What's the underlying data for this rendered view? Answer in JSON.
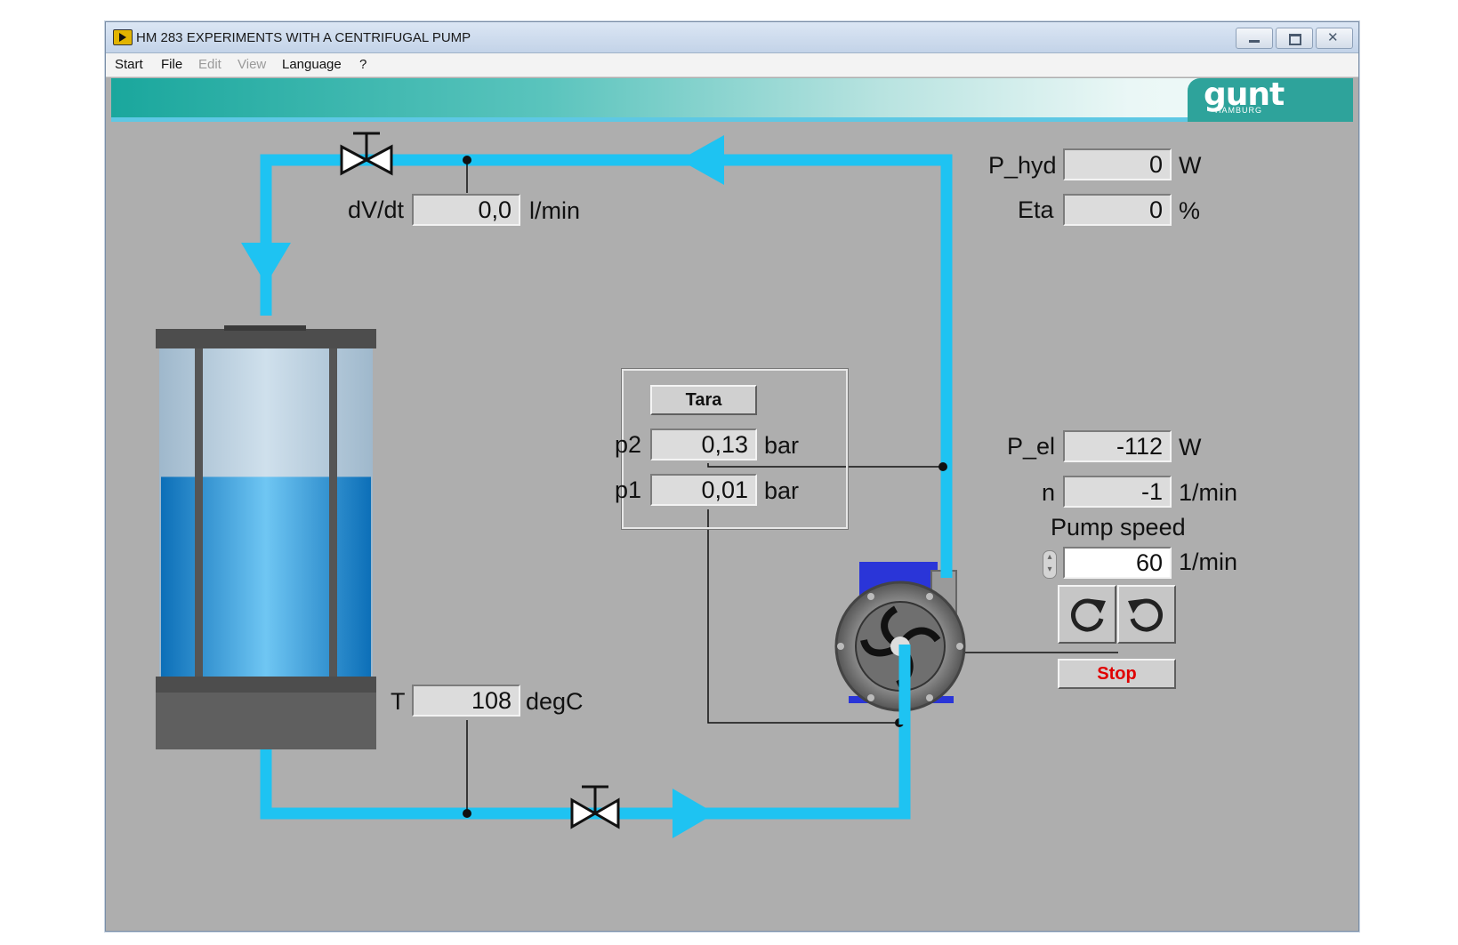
{
  "window": {
    "title": "HM 283 EXPERIMENTS WITH A CENTRIFUGAL PUMP",
    "icon": "labview-app-icon",
    "controls": [
      "minimize-icon",
      "maximize-icon",
      "close-icon"
    ]
  },
  "menu": {
    "items": [
      {
        "label": "Start",
        "enabled": true
      },
      {
        "label": "File",
        "enabled": true
      },
      {
        "label": "Edit",
        "enabled": false
      },
      {
        "label": "View",
        "enabled": false
      },
      {
        "label": "Language",
        "enabled": true
      },
      {
        "label": "?",
        "enabled": true
      }
    ]
  },
  "banner": {
    "logo_text": "gunt",
    "logo_subtext": "HAMBURG"
  },
  "readouts": {
    "flow": {
      "label": "dV/dt",
      "value": "0,0",
      "unit": "l/min"
    },
    "p_hyd": {
      "label": "P_hyd",
      "value": "0",
      "unit": "W"
    },
    "eta": {
      "label": "Eta",
      "value": "0",
      "unit": "%"
    },
    "p2": {
      "label": "p2",
      "value": "0,13",
      "unit": "bar"
    },
    "p1": {
      "label": "p1",
      "value": "0,01",
      "unit": "bar"
    },
    "p_el": {
      "label": "P_el",
      "value": "-112",
      "unit": "W"
    },
    "n": {
      "label": "n",
      "value": "-1",
      "unit": "1/min"
    },
    "temperature": {
      "label": "T",
      "value": "108",
      "unit": "degC"
    }
  },
  "controls": {
    "tara_label": "Tara",
    "pump_speed_label": "Pump speed",
    "pump_speed_value": "60",
    "pump_speed_unit": "1/min",
    "rotate_cw_icon": "rotate-clockwise-icon",
    "rotate_ccw_icon": "rotate-counterclockwise-icon",
    "stop_label": "Stop"
  },
  "tank": {
    "fill_level": 0.62
  },
  "colors": {
    "pipe": "#1ec3f2",
    "panel": "#aeaeae",
    "water": "#1c8fd9",
    "stop_text": "#e00000",
    "banner_accent": "#2ea39b"
  }
}
